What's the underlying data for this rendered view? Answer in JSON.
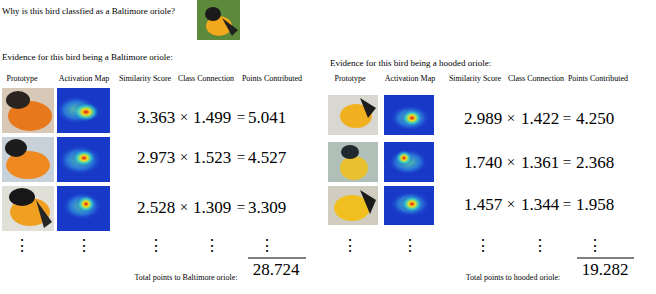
{
  "diagram": {
    "title": "Why is this bird classfied as a Baltimore oriole?",
    "labels": [
      "Evidence for this bird being a Baltimore oriole:",
      "Prototype",
      "Activation Map",
      "Similarity Score",
      "Class Connection",
      "Points Contributed",
      "3.363",
      "×",
      "1.499",
      "=",
      "5.041",
      "2.973",
      "×",
      "1.523",
      "=",
      "4.527",
      "2.528",
      "×",
      "1.309",
      "=",
      "3.309",
      "⋮",
      "⋮",
      "⋮",
      "⋮",
      "⋮",
      "Total points to Baltimore oriole:",
      "28.724",
      "Evidence for this bird being a hooded oriole:",
      "Prototype",
      "Activation Map",
      "Similarity Score",
      "Class Connection",
      "Points Contributed",
      "2.989",
      "×",
      "1.422",
      "=",
      "4.250",
      "1.740",
      "×",
      "1.361",
      "=",
      "2.368",
      "1.457",
      "×",
      "1.344",
      "=",
      "1.958",
      "⋮",
      "⋮",
      "⋮",
      "⋮",
      "⋮",
      "Total points to hooded oriole:",
      "19.282"
    ]
  }
}
